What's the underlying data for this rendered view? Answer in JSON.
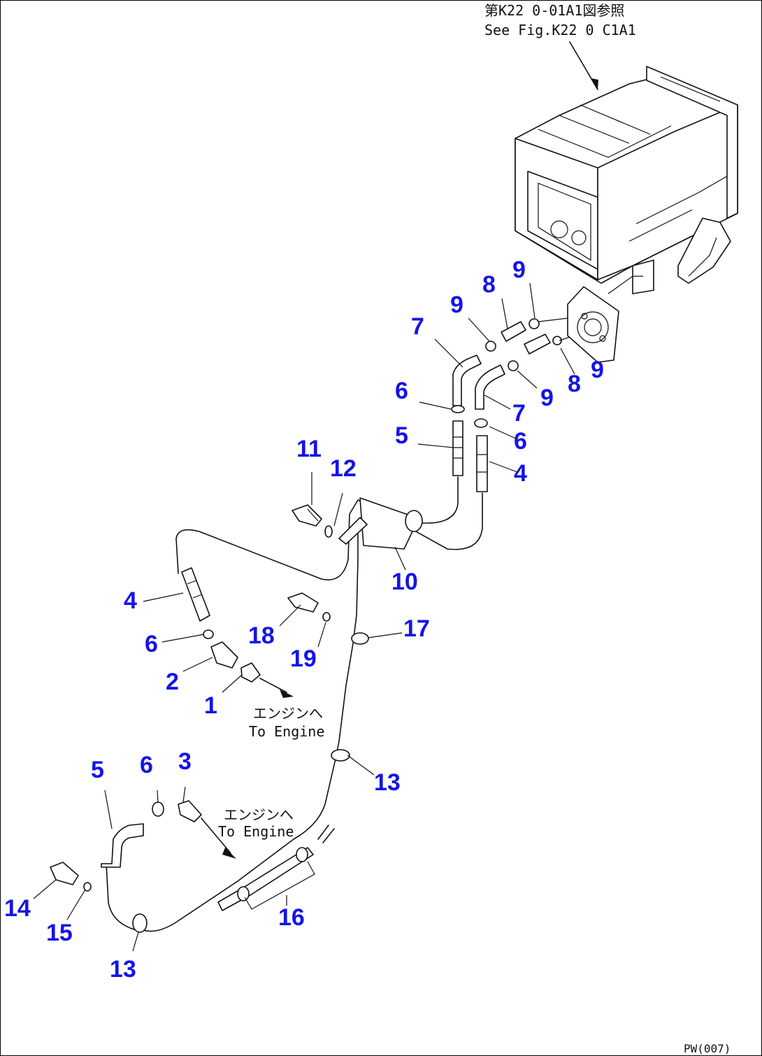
{
  "references": {
    "jp_ref": "第K22 0-01A1図参照",
    "en_ref": "See Fig.K22 0 C1A1"
  },
  "destinations": {
    "engine_jp_1": "エンジンへ",
    "engine_en_1": "To Engine",
    "engine_jp_2": "エンジンへ",
    "engine_en_2": "To Engine"
  },
  "callouts": {
    "c1": "1",
    "c2": "2",
    "c3": "3",
    "c4a": "4",
    "c4b": "4",
    "c5a": "5",
    "c5b": "5",
    "c6a": "6",
    "c6b": "6",
    "c6c": "6",
    "c6d": "6",
    "c7a": "7",
    "c7b": "7",
    "c8a": "8",
    "c8b": "8",
    "c9a": "9",
    "c9b": "9",
    "c9c": "9",
    "c9d": "9",
    "c10": "10",
    "c11": "11",
    "c12": "12",
    "c13a": "13",
    "c13b": "13",
    "c14": "14",
    "c15": "15",
    "c16": "16",
    "c17": "17",
    "c18": "18",
    "c19": "19"
  },
  "figure_code": "PW(007)"
}
